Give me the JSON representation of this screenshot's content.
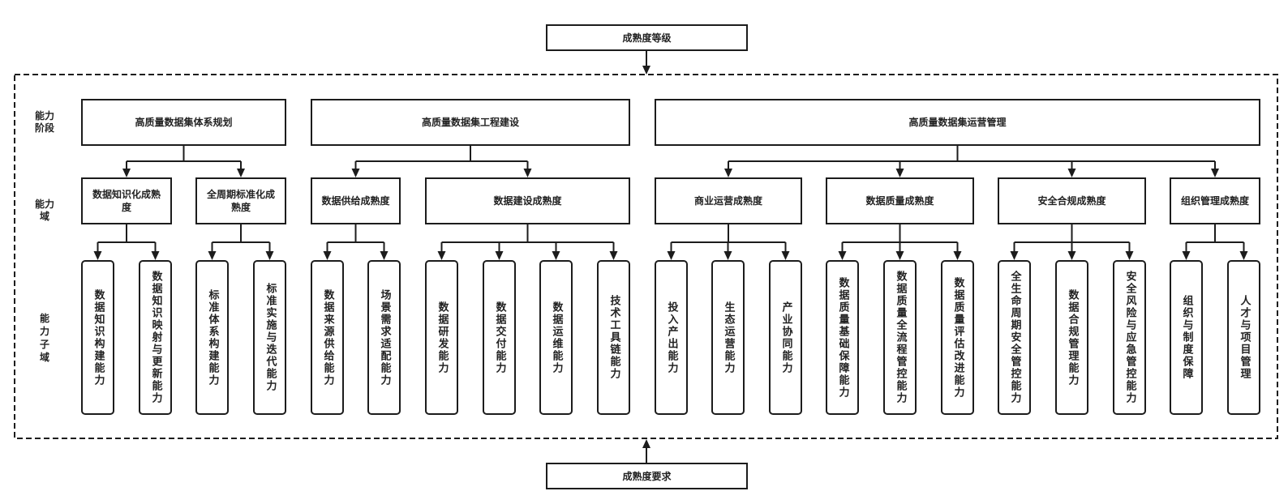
{
  "diagram": {
    "top_box": {
      "label": "成熟度等级"
    },
    "bottom_box": {
      "label": "成熟度要求"
    },
    "row_labels": {
      "stage": "能力阶段",
      "domain": "能力域",
      "subdomain": "能力子域"
    },
    "stages": [
      {
        "label": "高质量数据集体系规划",
        "domains": [
          {
            "label": "数据知识化成熟度",
            "subdomains": [
              "数据知识构建能力",
              "数据知识映射与更新能力"
            ]
          },
          {
            "label": "全周期标准化成熟度",
            "subdomains": [
              "标准体系构建能力",
              "标准实施与迭代能力"
            ]
          }
        ]
      },
      {
        "label": "高质量数据集工程建设",
        "domains": [
          {
            "label": "数据供给成熟度",
            "subdomains": [
              "数据来源供给能力",
              "场景需求适配能力"
            ]
          },
          {
            "label": "数据建设成熟度",
            "subdomains": [
              "数据研发能力",
              "数据交付能力",
              "数据运维能力",
              "技术工具链能力"
            ]
          }
        ]
      },
      {
        "label": "高质量数据集运营管理",
        "domains": [
          {
            "label": "商业运营成熟度",
            "subdomains": [
              "投入产出能力",
              "生态运营能力",
              "产业协同能力"
            ]
          },
          {
            "label": "数据质量成熟度",
            "subdomains": [
              "数据质量基础保障能力",
              "数据质量全流程管控能力",
              "数据质量评估改进能力"
            ]
          },
          {
            "label": "安全合规成熟度",
            "subdomains": [
              "全生命周期安全管控能力",
              "数据合规管理能力",
              "安全风险与应急管控能力"
            ]
          },
          {
            "label": "组织管理成熟度",
            "subdomains": [
              "组织与制度保障",
              "人才与项目管理"
            ]
          }
        ]
      }
    ]
  }
}
